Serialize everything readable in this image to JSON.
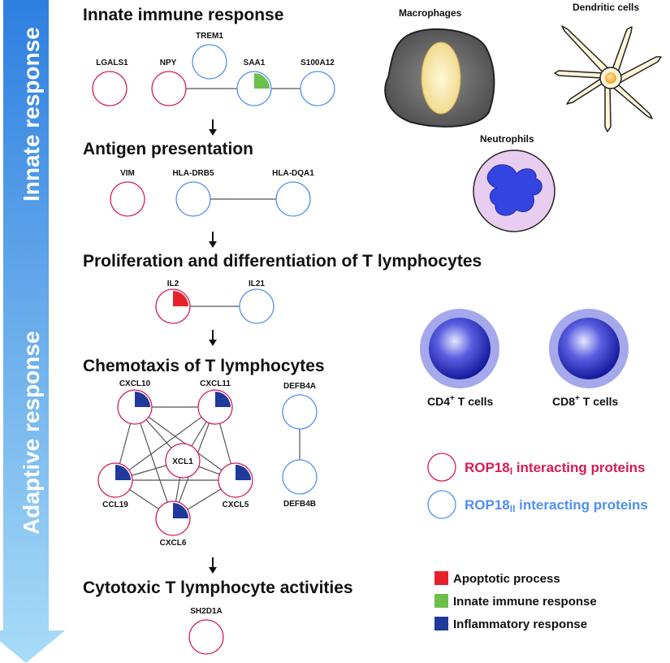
{
  "colors": {
    "rop18_I": "#d81b4e",
    "rop18_II": "#4f8ff0",
    "apoptotic": "#e8202a",
    "innate": "#6cc04a",
    "inflammatory": "#1f3a9a",
    "arrow_top": "#2d7fe0",
    "arrow_bottom": "#a8dcf8"
  },
  "side_labels": {
    "innate": "Innate response",
    "adaptive": "Adaptive response"
  },
  "sections": [
    "Innate immune response",
    "Antigen presentation",
    "Proliferation and differentiation of T lymphocytes",
    "Chemotaxis of T lymphocytes",
    "Cytotoxic T lymphocyte activities"
  ],
  "nodes": [
    {
      "id": "LGALS1",
      "type": "I",
      "annotation": null
    },
    {
      "id": "NPY",
      "type": "I",
      "annotation": null
    },
    {
      "id": "TREM1",
      "type": "II",
      "annotation": null
    },
    {
      "id": "SAA1",
      "type": "II",
      "annotation": "innate"
    },
    {
      "id": "S100A12",
      "type": "II",
      "annotation": null
    },
    {
      "id": "VIM",
      "type": "I",
      "annotation": null
    },
    {
      "id": "HLA-DRB5",
      "type": "II",
      "annotation": null
    },
    {
      "id": "HLA-DQA1",
      "type": "II",
      "annotation": null
    },
    {
      "id": "IL2",
      "type": "I",
      "annotation": "apoptotic"
    },
    {
      "id": "IL21",
      "type": "II",
      "annotation": null
    },
    {
      "id": "CXCL10",
      "type": "I",
      "annotation": "inflammatory"
    },
    {
      "id": "CXCL11",
      "type": "I",
      "annotation": "inflammatory"
    },
    {
      "id": "XCL1",
      "type": "I",
      "annotation": null
    },
    {
      "id": "CCL19",
      "type": "I",
      "annotation": "inflammatory"
    },
    {
      "id": "CXCL5",
      "type": "I",
      "annotation": "inflammatory"
    },
    {
      "id": "CXCL6",
      "type": "I",
      "annotation": "inflammatory"
    },
    {
      "id": "DEFB4A",
      "type": "II",
      "annotation": null
    },
    {
      "id": "DEFB4B",
      "type": "II",
      "annotation": null
    },
    {
      "id": "SH2D1A",
      "type": "I",
      "annotation": null
    }
  ],
  "edges": [
    [
      "NPY",
      "SAA1"
    ],
    [
      "SAA1",
      "S100A12"
    ],
    [
      "HLA-DRB5",
      "HLA-DQA1"
    ],
    [
      "IL2",
      "IL21"
    ],
    [
      "CXCL10",
      "CXCL11"
    ],
    [
      "CXCL10",
      "XCL1"
    ],
    [
      "CXCL10",
      "CCL19"
    ],
    [
      "CXCL10",
      "CXCL5"
    ],
    [
      "CXCL10",
      "CXCL6"
    ],
    [
      "CXCL11",
      "XCL1"
    ],
    [
      "CXCL11",
      "CCL19"
    ],
    [
      "CXCL11",
      "CXCL5"
    ],
    [
      "CXCL11",
      "CXCL6"
    ],
    [
      "XCL1",
      "CCL19"
    ],
    [
      "XCL1",
      "CXCL5"
    ],
    [
      "XCL1",
      "CXCL6"
    ],
    [
      "CCL19",
      "CXCL5"
    ],
    [
      "CCL19",
      "CXCL6"
    ],
    [
      "CXCL5",
      "CXCL6"
    ],
    [
      "DEFB4A",
      "DEFB4B"
    ]
  ],
  "cells": {
    "macrophages": "Macrophages",
    "dendritic": "Dendritic cells",
    "neutrophils": "Neutrophils",
    "cd4_main": "CD4",
    "cd4_sup": "+",
    "cd4_rest": " T cells",
    "cd8_main": "CD8",
    "cd8_sup": "+",
    "cd8_rest": " T cells"
  },
  "legend": {
    "rop18_I_main": "ROP18",
    "rop18_I_sub": "I",
    "rop18_I_rest": " interacting proteins",
    "rop18_II_main": "ROP18",
    "rop18_II_sub": "II",
    "rop18_II_rest": " interacting proteins",
    "functions": [
      {
        "label": "Apoptotic process",
        "color_key": "apoptotic"
      },
      {
        "label": "Innate immune response",
        "color_key": "innate"
      },
      {
        "label": "Inflammatory response",
        "color_key": "inflammatory"
      }
    ]
  }
}
